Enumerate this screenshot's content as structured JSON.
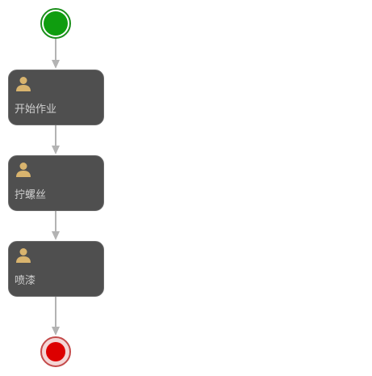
{
  "diagram": {
    "start_event": {
      "icon": "start-event-circle"
    },
    "tasks": [
      {
        "label": "开始作业",
        "icon": "user-icon"
      },
      {
        "label": "拧螺丝",
        "icon": "user-icon"
      },
      {
        "label": "喷漆",
        "icon": "user-icon"
      }
    ],
    "end_event": {
      "icon": "end-event-circle"
    }
  },
  "colors": {
    "start": "#0f9d0f",
    "end": "#dd0000",
    "task_fill": "#4f4f4f",
    "connector": "#b3b3b3",
    "icon": "#d9b46e"
  }
}
